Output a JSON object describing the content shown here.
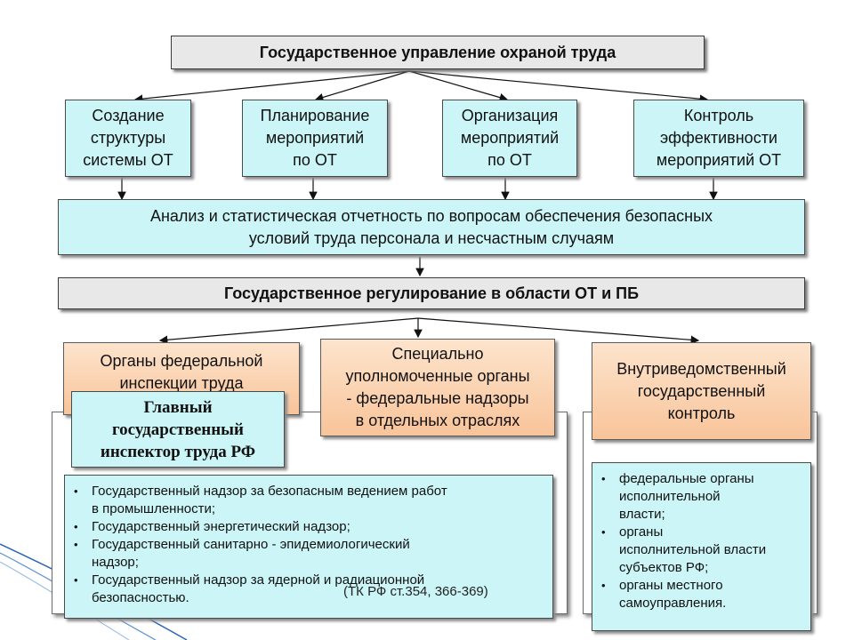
{
  "title": "Государственное управление охраной труда",
  "functions": [
    {
      "lines": [
        "Создание",
        "структуры",
        "системы ОТ"
      ]
    },
    {
      "lines": [
        "Планирование",
        "мероприятий",
        "по ОТ"
      ]
    },
    {
      "lines": [
        "Организация",
        "мероприятий",
        "по ОТ"
      ]
    },
    {
      "lines": [
        "Контроль",
        "эффективности",
        "мероприятий ОТ"
      ]
    }
  ],
  "analysis": {
    "lines": [
      "Анализ и статистическая отчетность по вопросам обеспечения безопасных",
      "условий труда персонала и несчастным случаям"
    ]
  },
  "regulation": "Государственное регулирование в области ОТ и ПБ",
  "bodies": {
    "federal": {
      "lines": [
        "Органы федеральной",
        "инспекции труда"
      ]
    },
    "special": {
      "lines": [
        "Специально",
        "уполномоченные органы",
        "- федеральные надзоры",
        "в отдельных отраслях"
      ]
    },
    "internal": {
      "lines": [
        "Внутриведомственный",
        "государственный",
        "контроль"
      ]
    }
  },
  "chief_inspector": {
    "lines": [
      "Главный",
      "государственный",
      "инспектор труда РФ"
    ]
  },
  "supervision_list": [
    {
      "lines": [
        "Государственный надзор за безопасным ведением работ",
        "в промышленности;"
      ]
    },
    {
      "lines": [
        "Государственный энергетический надзор;"
      ]
    },
    {
      "lines": [
        "Государственный санитарно - эпидемиологический",
        "надзор;"
      ]
    },
    {
      "lines": [
        "Государственный надзор за ядерной и радиационной",
        "безопасностью."
      ]
    }
  ],
  "tk_ref": "(ТК РФ ст.354, 366-369)",
  "control_list": [
    {
      "lines": [
        "федеральные органы",
        "исполнительной",
        "власти;"
      ]
    },
    {
      "lines": [
        "органы",
        "исполнительной власти",
        "субъектов РФ;"
      ]
    },
    {
      "lines": [
        "органы местного",
        "самоуправления."
      ]
    }
  ],
  "colors": {
    "cyan": "#ccf5f7",
    "grey": "#e8e8e8",
    "orange": "#f8c49a",
    "deco": "#2a64b4"
  }
}
